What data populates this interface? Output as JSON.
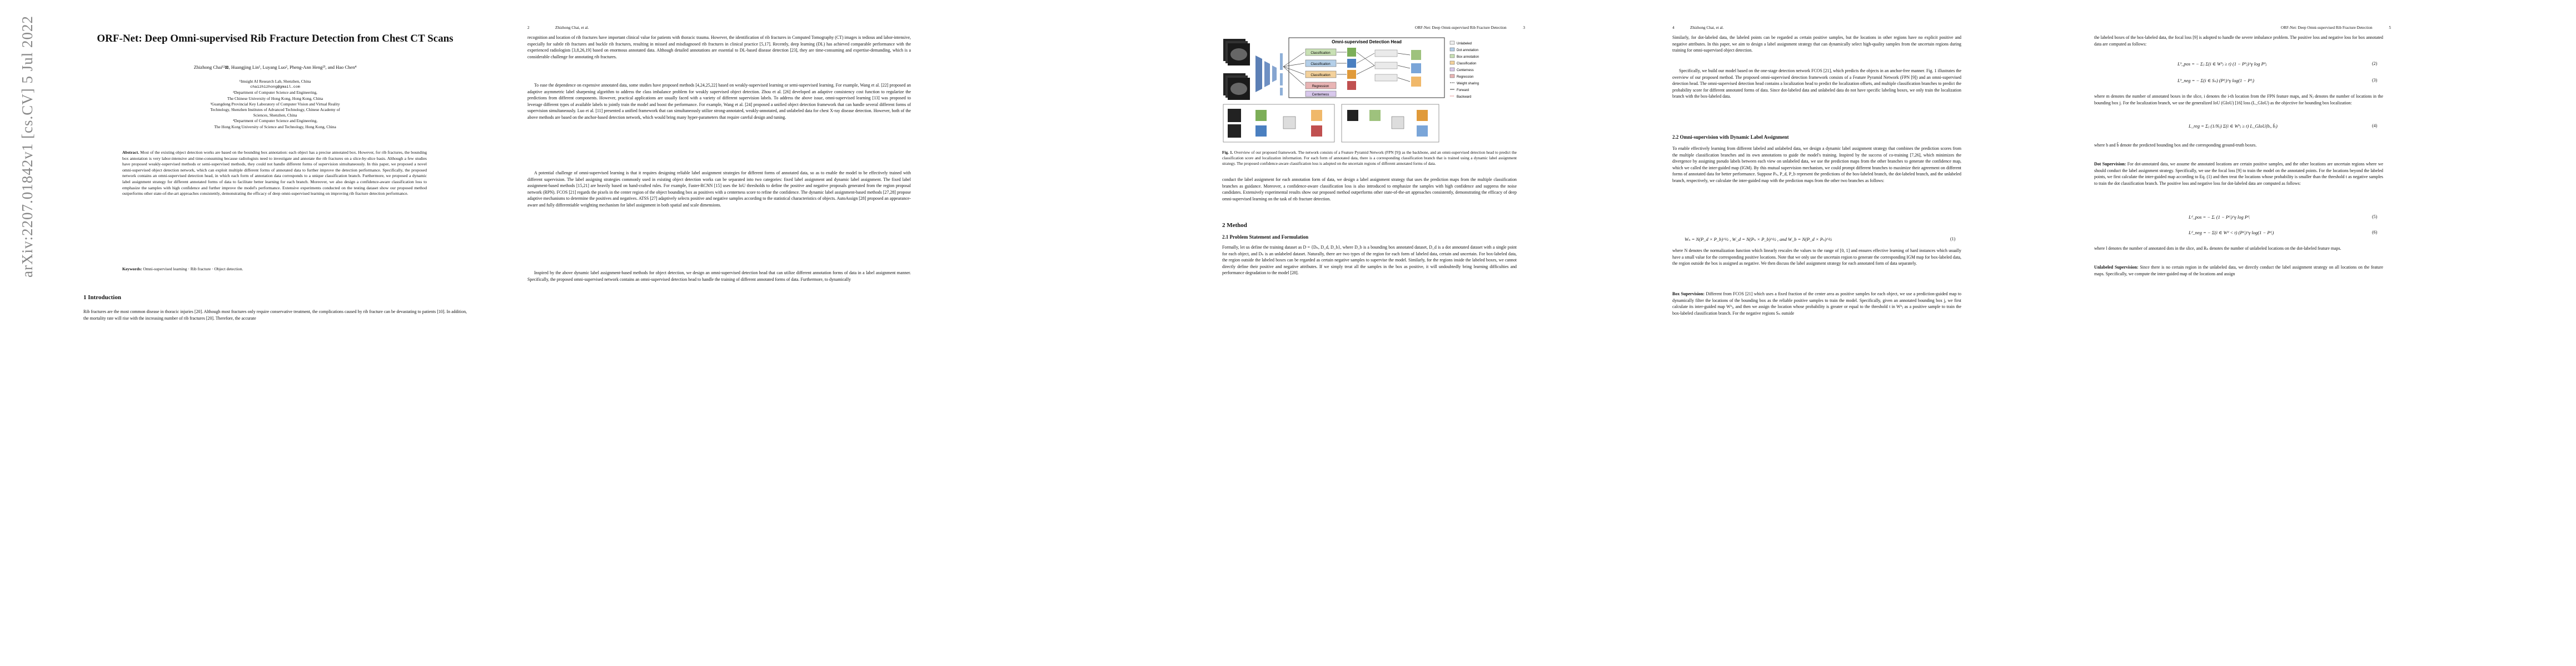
{
  "arxiv_id": "arXiv:2207.01842v1  [cs.CV]  5 Jul 2022",
  "title": "ORF-Net: Deep Omni-supervised Rib Fracture Detection from Chest CT Scans",
  "authors": "Zhizhong Chai¹²⊠, Huangjing Lin¹, Luyang Luo², Pheng-Ann Heng²³, and Hao Chen⁴",
  "affiliations": [
    "¹Imsight AI Research Lab, Shenzhen, China",
    "chaizhizhong@gmail.com",
    "²Department of Computer Science and Engineering,",
    "The Chinese University of Hong Kong, Hong Kong, China",
    "³Guangdong Provincial Key Laboratory of Computer Vision and Virtual Reality",
    "Technology, Shenzhen Institutes of Advanced Technology, Chinese Academy of",
    "Sciences, Shenzhen, China",
    "⁴Department of Computer Science and Engineering,",
    "The Hong Kong University of Science and Technology, Hong Kong, China"
  ],
  "abstract_label": "Abstract.",
  "abstract": "Most of the existing object detection works are based on the bounding box annotation: each object has a precise annotated box. However, for rib fractures, the bounding box annotation is very labor-intensive and time-consuming because radiologists need to investigate and annotate the rib fractures on a slice-by-slice basis. Although a few studies have proposed weakly-supervised methods or semi-supervised methods, they could not handle different forms of supervision simultaneously. In this paper, we proposed a novel omni-supervised object detection network, which can exploit multiple different forms of annotated data to further improve the detection performance. Specifically, the proposed network contains an omni-supervised detection head, in which each form of annotation data corresponds to a unique classification branch. Furthermore, we proposed a dynamic label assignment strategy for different annotated forms of data to facilitate better learning for each branch. Moreover, we also design a confidence-aware classification loss to emphasize the samples with high confidence and further improve the model's performance. Extensive experiments conducted on the testing dataset show our proposed method outperforms other state-of-the-art approaches consistently, demonstrating the efficacy of deep omni-supervised learning on improving rib fracture detection performance.",
  "keywords_label": "Keywords:",
  "keywords": "Omni-supervised learning · Rib fracture · Object detection.",
  "intro_heading": "1   Introduction",
  "intro_p1": "Rib fractures are the most common disease in thoracic injuries [20]. Although most fractures only require conservative treatment, the complications caused by rib fracture can be devastating to patients [10]. In addition, the mortality rate will rise with the increasing number of rib fractures [20]. Therefore, the accurate",
  "page2_num": "2",
  "page2_header": "Zhizhong Chai, et al.",
  "page2_p1": "recognition and location of rib fractures have important clinical value for patients with thoracic trauma. However, the identification of rib fractures in Computed Tomography (CT) images is tedious and labor-intensive, especially for subtle rib fractures and buckle rib fractures, resulting in missed and misdiagnosed rib fractures in clinical practice [5,17]. Recently, deep learning (DL) has achieved comparable performance with the experienced radiologists [3,8,26,19] based on enormous annotated data. Although detailed annotations are essential to DL-based disease detection [23], they are time-consuming and expertise-demanding, which is a considerable challenge for annotating rib fractures.",
  "page2_p2": "To ease the dependence on expensive annotated data, some studies have proposed methods [4,24,25,22] based on weakly-supervised learning or semi-supervised learning. For example, Wang et al. [22] proposed an adaptive asymmetric label sharpening algorithm to address the class imbalance problem for weakly supervised object detection. Zhou et al. [26] developed an adaptive consistency cost function to regularize the predictions from different components. However, practical applications are usually faced with a variety of different supervision labels. To address the above issue, omni-supervised learning [13] was proposed to leverage different types of available labels to jointly train the model and boost the performance. For example, Wang et al. [24] proposed a unified object detection framework that can handle several different forms of supervision simultaneously. Luo et al. [11] presented a unified framework that can simultaneously utilize strong-annotated, weakly-annotated, and unlabeled data for chest X-ray disease detection. However, both of the above methods are based on the anchor-based detection network, which would bring many hyper-parameters that require careful design and tuning.",
  "page2_p3": "A potential challenge of omni-supervised learning is that it requires designing reliable label assignment strategies for different forms of annotated data, so as to enable the model to be effectively trained with different supervision. The label assigning strategies commonly used in existing object detection works can be separated into two categories: fixed label assignment and dynamic label assignment. The fixed label assignment-based methods [15,21] are heavily based on hand-crafted rules. For example, Faster-RCNN [15] uses the IoU thresholds to define the positive and negative proposals generated from the region proposal network (RPN). FCOS [21] regards the pixels in the center region of the object bounding box as positives with a centerness score to refine the confidence. The dynamic label assignment-based methods [27,28] propose adaptive mechanisms to determine the positives and negatives. ATSS [27] adaptively selects positive and negative samples according to the statistical characteristics of objects. AutoAssign [28] proposed an appearance-aware and fully differentiable weighting mechanism for label assignment in both spatial and scale dimensions.",
  "page2_p4": "Inspired by the above dynamic label assignment-based methods for object detection, we design an omni-supervised detection head that can utilize different annotation forms of data in a label assignment manner. Specifically, the proposed omni-supervised network contains an omni-supervised detection head to handle the training of different annotated forms of data. Furthermore, to dynamically",
  "page3_header": "ORF-Net: Deep Omni-supervised Rib Fracture Detection",
  "page3_num": "3",
  "figure_title": "Omni-supervised Detection Head",
  "figure_legend": [
    "Unlabeled",
    "Dot annotation",
    "Box annotation",
    "Classification",
    "Centerness",
    "Regression",
    "Weight sharing",
    "Forward",
    "Backward"
  ],
  "figure_branches": [
    "Classification",
    "Classification",
    "Classification",
    "Regression",
    "Centerness"
  ],
  "figure_caption_label": "Fig. 1.",
  "figure_caption": "Overview of our proposed framework. The network consists of a Feature Pyramid Network (FPN [9]) as the backbone, and an omni-supervised detection head to predict the classification score and localization information. For each form of annotated data, there is a corresponding classification branch that is trained using a dynamic label assignment strategy. The proposed confidence-aware classification loss is adopted on the uncertain regions of different annotated forms of data.",
  "page3_p1": "conduct the label assignment for each annotation form of data, we design a label assignment strategy that uses the prediction maps from the multiple classification branches as guidance. Moreover, a confidence-aware classification loss is also introduced to emphasize the samples with high confidence and suppress the noise candidates. Extensively experimental results show our proposed method outperforms other state-of-the-art approaches consistently, demonstrating the efficacy of deep omni-supervised learning on the task of rib fracture detection.",
  "method_heading": "2   Method",
  "method_sub1": "2.1   Problem Statement and Formulation",
  "page3_p2": "Formally, let us define the training dataset as D = {Dₙ, D_d, D_b}, where D_b is a bounding box annotated dataset, D_d is a dot annotated dataset with a single point for each object, and Dₙ is an unlabeled dataset. Naturally, there are two types of the region for each form of labeled data, certain and uncertain. For box-labeled data, the region outside the labeled boxes can be regarded as certain negative samples to supervise the model. Similarly, for the regions inside the labeled boxes, we cannot directly define their positive and negative attributes. If we simply treat all the samples in the box as positive, it will undoubtedly bring learning difficulties and performance degradation to the model [28].",
  "page4_num": "4",
  "page4_header": "Zhizhong Chai, et al.",
  "page4_p1": "Similarly, for dot-labeled data, the labeled points can be regarded as certain positive samples, but the locations in other regions have no explicit positive and negative attributes. In this paper, we aim to design a label assignment strategy that can dynamically select high-quality samples from the uncertain regions during training for omni-supervised object detection.",
  "page4_p2": "Specifically, we build our model based on the one-stage detection network FCOS [21], which predicts the objects in an anchor-free manner. Fig. 1 illustrates the overview of our proposed method. The proposed omni-supervised detection framework consists of a Feature Pyramid Network (FPN [9]) and an omni-supervised detection head. The omni-supervised detection head contains a localization head to predict the localization offsets, and multiple classification branches to predict the probability score for different annotated forms of data. Since dot-labeled data and unlabeled data do not have specific labeling boxes, we only train the localization branch with the box-labeled data.",
  "method_sub2": "2.2   Omni-supervision with Dynamic Label Assignment",
  "page4_p3": "To enable effectively learning from different labeled and unlabeled data, we design a dynamic label assignment strategy that combines the prediction scores from the multiple classification branches and its own annotations to guide the model's training. Inspired by the success of co-training [7,26], which minimizes the divergence by assigning pseudo labels between each view on unlabeled data, we use the prediction maps from the other branches to generate the confidence map, which we called the inter-guided map (IGM). By this mutual supervision mechanism, we could prompt different branches to maximize their agreement on different forms of annotated data for better performance. Suppose Pₙ, P_d, P_b represent the predictions of the box-labeled branch, the dot-labeled branch, and the unlabeled branch, respectively, we calculate the inter-guided map with the prediction maps from the other two branches as follows:",
  "equation1": "Wₙ = N(P_d × P_b)^½ ,   W_d = N(Pₙ × P_b)^½ ,   and   W_b = N(P_d × Pₙ)^½",
  "equation1_num": "(1)",
  "page4_p4": "where N denotes the normalization function which linearly rescales the values to the range of [0, 1] and ensures effective learning of hard instances which usually have a small value for the corresponding positive locations. Note that we only use the uncertain region to generate the corresponding IGM map for box-labeled data, the region outside the box is assigned as negative. We then discuss the label assignment strategy for each annotated form of data separately.",
  "box_sup_label": "Box Supervision:",
  "page4_p5": "Different from FCOS [21] which uses a fixed fraction of the center area as positive samples for each object, we use a prediction-guided map to dynamically filter the locations of the bounding box as the reliable positive samples to train the model. Specifically, given an annotated bounding box j, we first calculate its inter-guided map Wᵇⱼ, and then we assign the location whose probability is greater or equal to the threshold t in Wᵇⱼ as a positive sample to train the box-labeled classification branch. For the negative regions Sₙ outside",
  "page5_header": "ORF-Net: Deep Omni-supervised Rib Fracture Detection",
  "page5_num": "5",
  "page5_p1": "the labeled boxes of the box-labeled data, the focal loss [9] is adopted to handle the severe imbalance problem. The positive loss and negative loss for box annotated data are computed as follows:",
  "equation2": "Lᵇ_pos = − Σⱼ Σ(i ∈ Wᵇⱼ ≥ t) (1 − Pᵇⱼ)^γ log Pᵇⱼ",
  "equation2_num": "(2)",
  "equation3": "Lᵇ_neg = − Σ(i ∈ Sₙ) (Pᵇᵢ)^γ log(1 − Pᵇᵢ)",
  "equation3_num": "(3)",
  "page5_p2": "where m denotes the number of annotated boxes in the slice, i denotes the i-th location from the FPN feature maps, and Nⱼ denotes the number of locations in the bounding box j. For the localization branch, we use the generalized IoU (GIoU) [16] loss (L_GIoU) as the objective for bounding box localization:",
  "equation4": "L_reg = Σⱼ (1/Nⱼ) Σ(i ∈ Wᵇⱼ ≥ t) L_GIoU(bᵢ, b̂ᵢ)",
  "equation4_num": "(4)",
  "page5_p3": "where b and b̂ denote the predicted bounding box and the corresponding ground-truth boxes.",
  "dot_sup_label": "Dot Supervision:",
  "page5_p4": "For dot-annotated data, we assume the annotated locations are certain positive samples, and the other locations are uncertain regions where we should conduct the label assignment strategy. Specifically, we use the focal loss [9] to train the model on the annotated points. For the locations beyond the labeled points, we first calculate the inter-guided map according to Eq. (1) and then treat the locations whose probability is smaller than the threshold t as negative samples to train the dot classification branch. The positive loss and negative loss for dot-labeled data are computed as follows:",
  "equation5": "Lᵈ_pos = − Σᵢ (1 − Pᵈᵢ)^γ log Pᵈᵢ",
  "equation5_num": "(5)",
  "equation6": "Lᵈ_neg = − Σ(i ∈ Wᵈ < t) (Pᵈᵢ)^γ log(1 − Pᵈᵢ)",
  "equation6_num": "(6)",
  "page5_p5": "where l denotes the number of annotated dots in the slice, and Rₙ denotes the number of unlabeled locations on the dot-labeled feature maps.",
  "unlab_sup_label": "Unlabeled Supervision:",
  "page5_p6": "Since there is no certain region in the unlabeled data, we directly conduct the label assignment strategy on all locations on the feature maps. Specifically, we compute the inter-guided map of the locations and assign"
}
